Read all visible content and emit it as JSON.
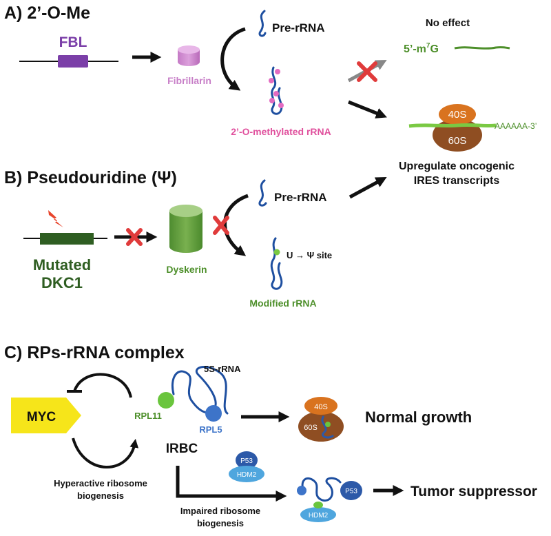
{
  "sectionA": {
    "title": "A) 2’-O-Me",
    "gene": "FBL",
    "protein": "Fibrillarin",
    "pre_rrna": "Pre-rRNA",
    "product": "2’-O-methylated rRNA",
    "no_effect": "No effect",
    "cap_prefix": "5’-m",
    "cap_superscript": "7",
    "cap_suffix": "G"
  },
  "ribosomeTop": {
    "small_subunit": "40S",
    "large_subunit": "60S",
    "polyA": "AAAAAA-3’",
    "outcome_line1": "Upregulate oncogenic",
    "outcome_line2": "IRES transcripts"
  },
  "sectionB": {
    "title": "B) Pseudouridine (Ψ)",
    "gene_line1": "Mutated",
    "gene_line2": "DKC1",
    "protein": "Dyskerin",
    "pre_rrna": "Pre-rRNA",
    "site_label": "U → Ψ site",
    "product": "Modified rRNA"
  },
  "sectionC": {
    "title": "C) RPs-rRNA complex",
    "myc": "MYC",
    "rna_5s": "5S-rRNA",
    "rpl11": "RPL11",
    "rpl5": "RPL5",
    "irbc": "IRBC",
    "hyper_line1": "Hyperactive ribosome",
    "hyper_line2": "biogenesis",
    "impaired_line1": "Impaired ribosome",
    "impaired_line2": "biogenesis",
    "ribo_40s": "40S",
    "ribo_60s": "60S",
    "normal": "Normal growth",
    "p53": "P53",
    "hdm2": "HDM2",
    "tumor": "Tumor suppressor"
  },
  "colors": {
    "fbl": "#7b3fa8",
    "fibrillarin": "#c77ec7",
    "methyl_dot": "#e36bc1",
    "rna": "#1e4fa0",
    "green_text": "#4d8f2a",
    "dkc1": "#2f5e22",
    "dyskerin": "#5c9b3a",
    "subunit_40s": "#d9731f",
    "subunit_60s": "#8f4e22",
    "mrna": "#7ac943",
    "block_x": "#e03b3b",
    "myc": "#f6e51a",
    "rpl11": "#6ac53d",
    "rpl5": "#3d74c9",
    "p53": "#2c59a8",
    "hdm2": "#4fa6de"
  }
}
